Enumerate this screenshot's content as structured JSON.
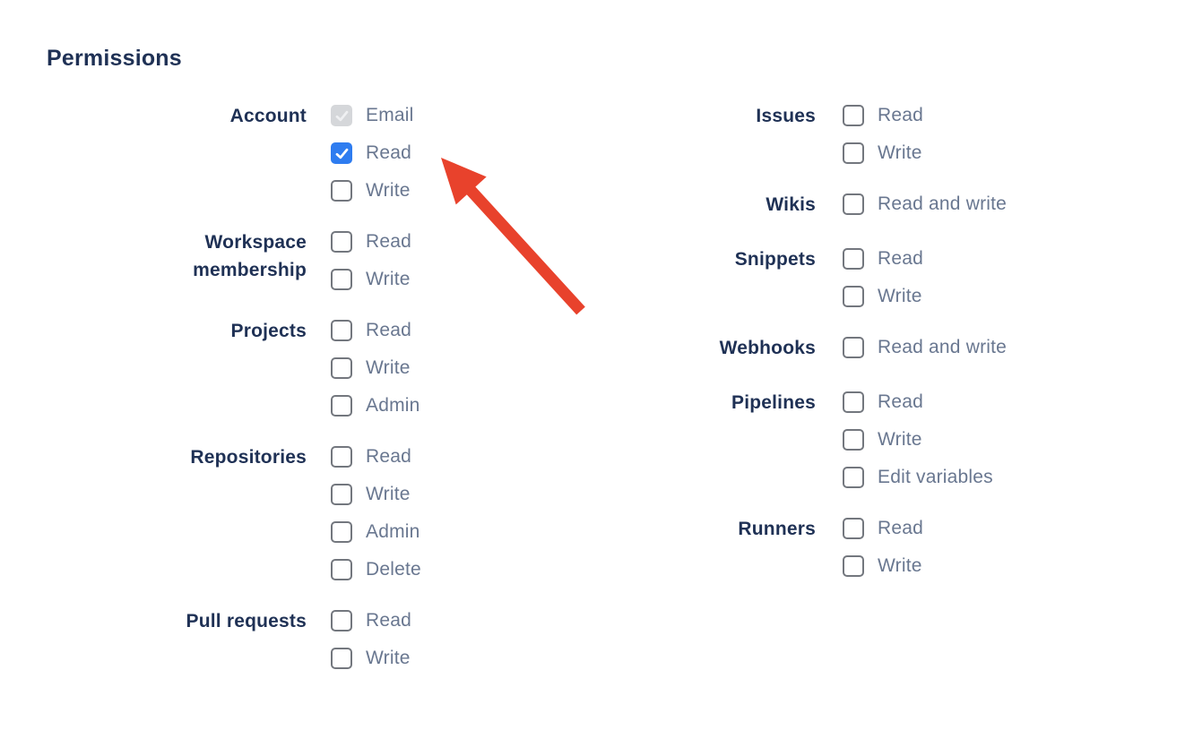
{
  "page": {
    "title": "Permissions"
  },
  "colors": {
    "heading_navy": "#1f3155",
    "option_grey": "#697790",
    "checkbox_checked_blue": "#2e7cf0",
    "checkbox_disabled_grey": "#d5d7da",
    "checkbox_border_grey": "#73777e",
    "arrow_red": "#e8422c"
  },
  "annotation": {
    "arrow_target": "Account Read checkbox"
  },
  "permissions": {
    "left": [
      {
        "label": "Account",
        "options": [
          {
            "label": "Email",
            "state": "disabled-checked"
          },
          {
            "label": "Read",
            "state": "checked"
          },
          {
            "label": "Write",
            "state": "unchecked"
          }
        ]
      },
      {
        "label": "Workspace membership",
        "options": [
          {
            "label": "Read",
            "state": "unchecked"
          },
          {
            "label": "Write",
            "state": "unchecked"
          }
        ]
      },
      {
        "label": "Projects",
        "options": [
          {
            "label": "Read",
            "state": "unchecked"
          },
          {
            "label": "Write",
            "state": "unchecked"
          },
          {
            "label": "Admin",
            "state": "unchecked"
          }
        ]
      },
      {
        "label": "Repositories",
        "options": [
          {
            "label": "Read",
            "state": "unchecked"
          },
          {
            "label": "Write",
            "state": "unchecked"
          },
          {
            "label": "Admin",
            "state": "unchecked"
          },
          {
            "label": "Delete",
            "state": "unchecked"
          }
        ]
      },
      {
        "label": "Pull requests",
        "options": [
          {
            "label": "Read",
            "state": "unchecked"
          },
          {
            "label": "Write",
            "state": "unchecked"
          }
        ]
      }
    ],
    "right": [
      {
        "label": "Issues",
        "options": [
          {
            "label": "Read",
            "state": "unchecked"
          },
          {
            "label": "Write",
            "state": "unchecked"
          }
        ]
      },
      {
        "label": "Wikis",
        "options": [
          {
            "label": "Read and write",
            "state": "unchecked"
          }
        ]
      },
      {
        "label": "Snippets",
        "options": [
          {
            "label": "Read",
            "state": "unchecked"
          },
          {
            "label": "Write",
            "state": "unchecked"
          }
        ]
      },
      {
        "label": "Webhooks",
        "options": [
          {
            "label": "Read and write",
            "state": "unchecked"
          }
        ]
      },
      {
        "label": "Pipelines",
        "options": [
          {
            "label": "Read",
            "state": "unchecked"
          },
          {
            "label": "Write",
            "state": "unchecked"
          },
          {
            "label": "Edit variables",
            "state": "unchecked"
          }
        ]
      },
      {
        "label": "Runners",
        "options": [
          {
            "label": "Read",
            "state": "unchecked"
          },
          {
            "label": "Write",
            "state": "unchecked"
          }
        ]
      }
    ]
  }
}
